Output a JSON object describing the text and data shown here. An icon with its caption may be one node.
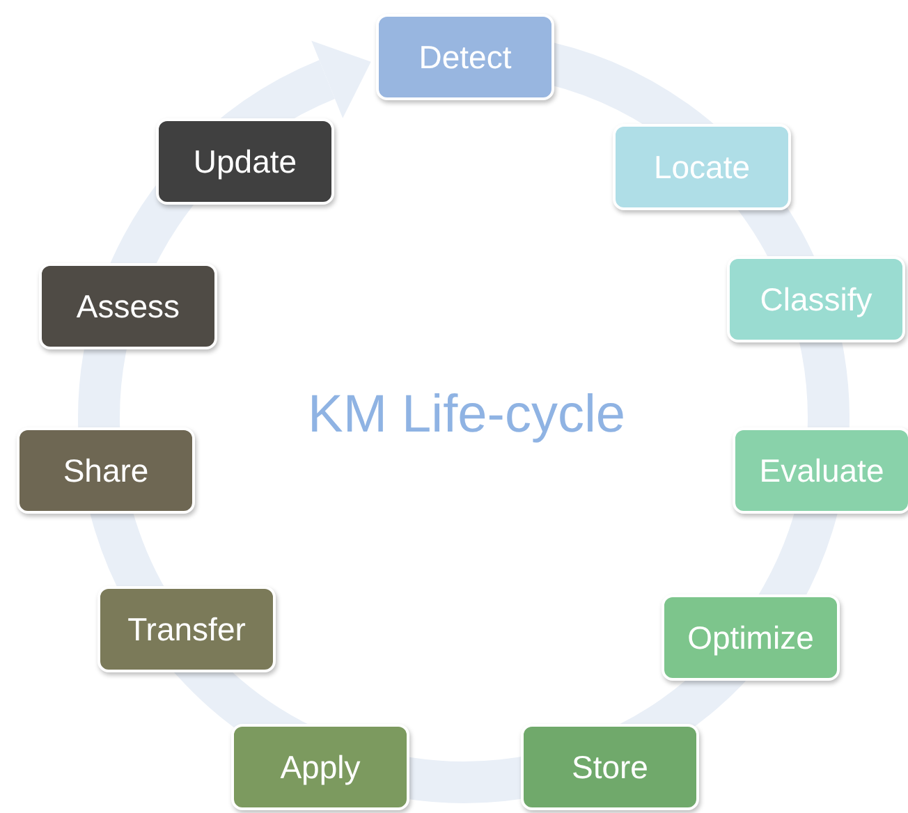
{
  "diagram": {
    "title": "KM Life-cycle",
    "nodes": [
      {
        "text": [
          "Detect"
        ]
      },
      {
        "text": [
          "Locate"
        ]
      },
      {
        "text": [
          "Classify"
        ]
      },
      {
        "text": [
          "Evaluate"
        ]
      },
      {
        "text": [
          "Optimize"
        ]
      },
      {
        "text": [
          "Store"
        ]
      },
      {
        "text": [
          "Apply"
        ]
      },
      {
        "text": [
          "Transfer"
        ]
      },
      {
        "text": [
          "Share"
        ]
      },
      {
        "text": [
          "Assess"
        ]
      },
      {
        "text": [
          "Update"
        ]
      }
    ]
  }
}
